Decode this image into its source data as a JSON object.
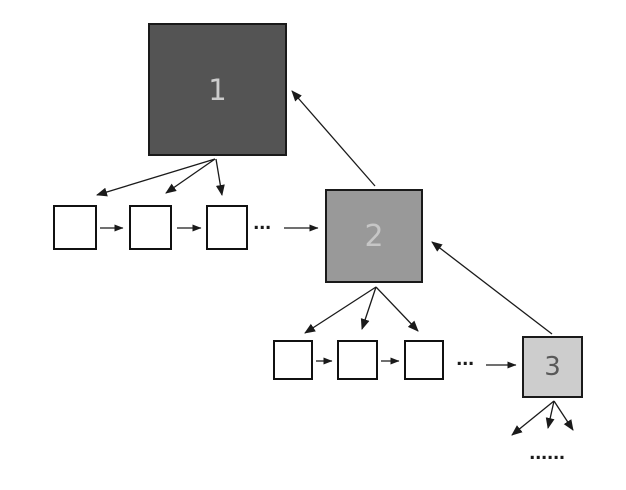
{
  "colors": {
    "background": "#ffffff",
    "line": "#1a1a1a",
    "box1-fill": "#545454",
    "box1-text": "#cccccc",
    "box2-fill": "#999999",
    "box2-text": "#c6c6c6",
    "box3-fill": "#cdcdcd",
    "box3-text": "#595959",
    "small-box-fill": "#ffffff",
    "small-box-border": "#111111"
  },
  "nodes": {
    "box1": {
      "label": "1"
    },
    "box2": {
      "label": "2"
    },
    "box3": {
      "label": "3"
    }
  },
  "ellipses": {
    "chain1": "...",
    "chain2": "...",
    "continuation": "......"
  },
  "structure": {
    "chain1_small_box_count": 3,
    "chain2_small_box_count": 3,
    "levels": 3
  }
}
